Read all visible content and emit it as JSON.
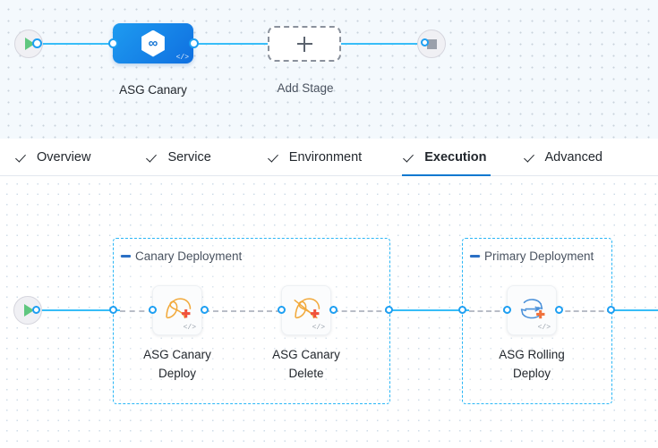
{
  "theme": {
    "accent_blue": "#0b78d0",
    "edge_blue": "#38bdf8",
    "port_blue": "#1d9ff2",
    "group_border": "#29b6f6",
    "stage_gradient_from": "#1e9bf0",
    "stage_gradient_to": "#0f6fe0",
    "play_green": "#5fc77f",
    "stop_gray": "#9aa0ab",
    "icon_orange": "#f6a623",
    "icon_red": "#f0523c",
    "icon_blue": "#4a90d9"
  },
  "pipeline_canvas": {
    "start_node": {
      "name": "start-node",
      "icon": "play-icon"
    },
    "stop_node": {
      "name": "stop-node",
      "icon": "stop-icon"
    },
    "stages": [
      {
        "id": "asg-canary",
        "label": "ASG Canary",
        "icon": "harness-infinity-icon",
        "code_badge": "</>",
        "selected": true
      }
    ],
    "add_stage": {
      "label": "Add Stage",
      "icon": "plus-icon"
    }
  },
  "tabs": {
    "items": [
      {
        "id": "overview",
        "label": "Overview",
        "icon": "check-icon",
        "active": false
      },
      {
        "id": "service",
        "label": "Service",
        "icon": "check-icon",
        "active": false
      },
      {
        "id": "environment",
        "label": "Environment",
        "icon": "check-icon",
        "active": false
      },
      {
        "id": "execution",
        "label": "Execution",
        "icon": "check-icon",
        "active": true
      },
      {
        "id": "advanced",
        "label": "Advanced",
        "icon": "check-icon",
        "active": false
      }
    ]
  },
  "execution_canvas": {
    "start_node": {
      "name": "start-node",
      "icon": "play-icon"
    },
    "groups": [
      {
        "id": "canary-deployment",
        "label": "Canary Deployment",
        "collapse_icon": "minus-icon"
      },
      {
        "id": "primary-deployment",
        "label": "Primary Deployment",
        "collapse_icon": "minus-icon"
      }
    ],
    "steps": [
      {
        "id": "asg-canary-deploy",
        "label": "ASG Canary\nDeploy",
        "icon": "asg-canary-deploy-icon",
        "code_badge": "</>",
        "group": "canary-deployment"
      },
      {
        "id": "asg-canary-delete",
        "label": "ASG Canary\nDelete",
        "icon": "asg-canary-delete-icon",
        "code_badge": "</>",
        "group": "canary-deployment"
      },
      {
        "id": "asg-rolling-deploy",
        "label": "ASG Rolling\nDeploy",
        "icon": "asg-rolling-deploy-icon",
        "code_badge": "</>",
        "group": "primary-deployment"
      }
    ]
  }
}
